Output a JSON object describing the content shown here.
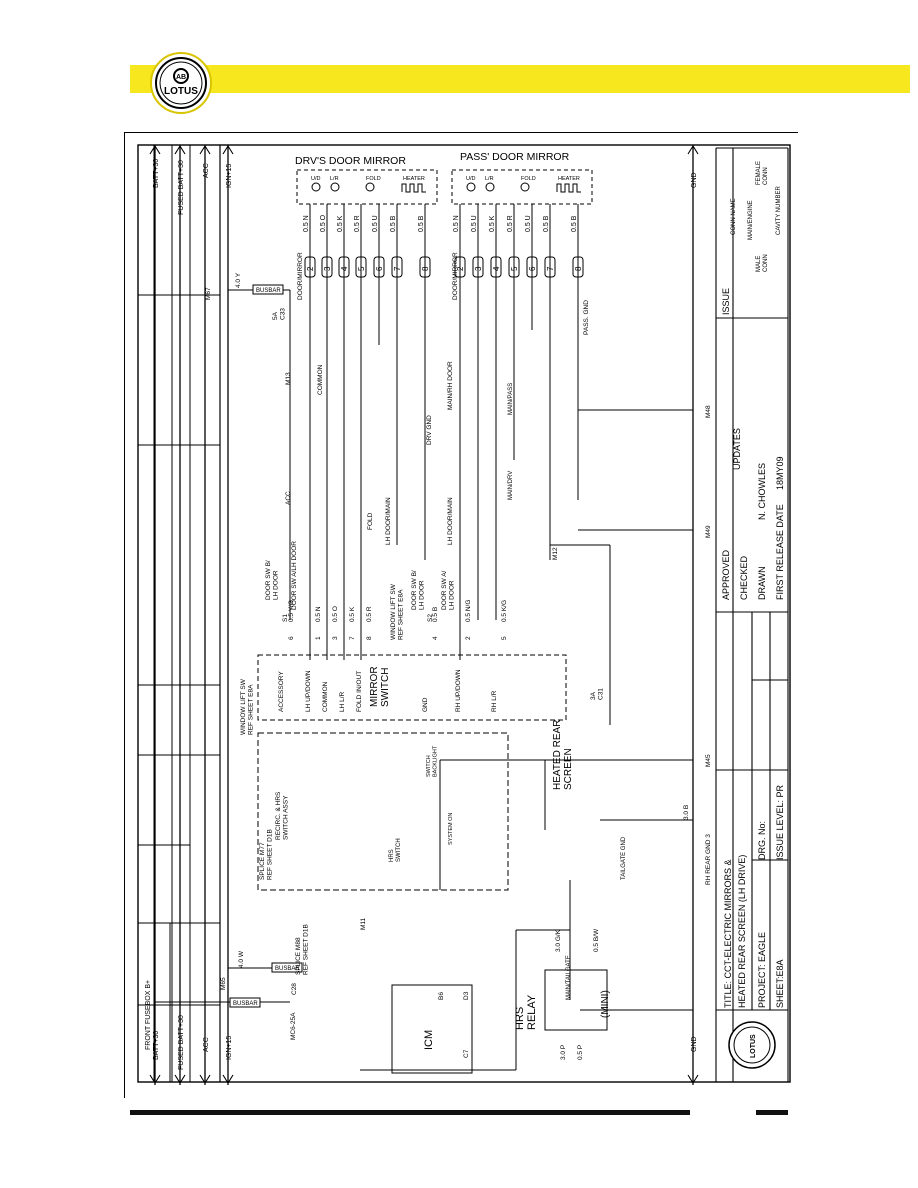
{
  "brand": {
    "logo_text": "LOTUS"
  },
  "rails": [
    {
      "name": "BATT+30"
    },
    {
      "name": "FUSED BATT+30"
    },
    {
      "name": "ACC"
    },
    {
      "name": "IGN+15"
    }
  ],
  "right_rail": {
    "name": "GND"
  },
  "headers": {
    "drv_mirror": "DRV'S DOOR MIRROR",
    "pass_mirror": "PASS' DOOR MIRROR",
    "heated_screen": "HEATED REAR\nSCREEN",
    "mirror_switch": "MIRROR\nSWITCH",
    "icm": "ICM",
    "hrs_relay": "HRS\nRELAY",
    "mini": "(MINI)"
  },
  "mirror_parts": [
    "U/D",
    "L/R",
    "FOLD",
    "HEATER"
  ],
  "drv_pins": [
    {
      "num": "2",
      "wire": "0.5 N"
    },
    {
      "num": "3",
      "wire": "0.5 O"
    },
    {
      "num": "4",
      "wire": "0.5 K"
    },
    {
      "num": "5",
      "wire": "0.5 R"
    },
    {
      "num": "6",
      "wire": "0.5 U"
    },
    {
      "num": "7",
      "wire": "0.5 B"
    },
    {
      "num": "8",
      "wire": "0.5 B"
    }
  ],
  "pass_pins": [
    {
      "num": "2",
      "wire": "0.5 N"
    },
    {
      "num": "3",
      "wire": "0.5 U"
    },
    {
      "num": "4",
      "wire": "0.5 K"
    },
    {
      "num": "5",
      "wire": "0.5 R"
    },
    {
      "num": "6",
      "wire": "0.5 U"
    },
    {
      "num": "7",
      "wire": "0.5 B"
    },
    {
      "num": "8",
      "wire": "0.5 B"
    }
  ],
  "labels": {
    "door_mirror": "DOOR/MIRROR",
    "common": "COMMON",
    "lh_door_main": "LH DOOR/MAIN",
    "main_rh_door": "MAIN/RH DOOR",
    "main_drv": "MAIN/DRV",
    "main_pass": "MAIN/PASS",
    "pass_gnd": "PASS. GND",
    "drv_gnd": "DRV GND",
    "fold": "FOLD",
    "busbar": "BUSBAR",
    "front_fusebox": "FRONT FUSEBOX B+",
    "mc6": "MC6-25A",
    "fuse_c33": "5A\nC33",
    "fuse_c28": "C28",
    "fuse_c31": "3A\nC31",
    "door_sw_b": "DOOR SW B/\nLH DOOR",
    "door_sw_a": "DOOR SW A/LH DOOR",
    "window_lift_ref": "WINDOW LIFT SW\nREF SHEET E8A",
    "window_lift_ref2": "WINDOW LIFT SW\nREF SHEET E8A",
    "door_sw_a_lh": "DOOR SW A/\nLH DOOR",
    "door_sw_b_lh": "DOOR SW B/\nLH DOOR",
    "splice_m77": "SPLICE M77\nREF SHEET D1B",
    "splice_m88": "SPLICE M88\nREF SHEET D1B",
    "recirc": "RECIRC. & HRS\nSWITCH ASSY",
    "switch_backlight": "SWITCH\nBACKLIGHT",
    "system_on": "SYSTEM ON",
    "hrs_switch": "HRS\nSWITCH",
    "main_tailgate": "MAIN/TAILGATE",
    "main_tailgate2": "MAIN/TAILGATE",
    "tailgate_gnd": "TAILGATE GND",
    "rh_rear_gnd": "RH REAR GND 3",
    "m67": "M67",
    "m13": "M13",
    "m65": "M65",
    "m11": "M11",
    "m12": "M12",
    "m45": "M45",
    "m48": "M48",
    "m49": "M49",
    "s1": "S1",
    "s2": "S2",
    "acc": "ACC",
    "b6": "B6",
    "d3": "D3",
    "c7": "C7",
    "wire_40y": "4.0 Y",
    "wire_40w": "4.0 W",
    "wire_30p": "3.0 P",
    "wire_05p": "0.5 P",
    "wire_30gk": "3.0 G/K",
    "wire_05bw": "0.5 B/W",
    "wire_30b": "3.0 B"
  },
  "switch_pins": [
    {
      "name": "ACCESSORY",
      "num": "6",
      "wire": "0.5 Y/G"
    },
    {
      "name": "LH UP/DOWN",
      "num": "1",
      "wire": "0.5 N"
    },
    {
      "name": "COMMON",
      "num": "3",
      "wire": "0.5 O"
    },
    {
      "name": "LH L/R",
      "num": "7",
      "wire": "0.5 K"
    },
    {
      "name": "FOLD IN/OUT",
      "num": "8",
      "wire": "0.5 R"
    },
    {
      "name": "GND",
      "num": "4",
      "wire": "0.5 B"
    },
    {
      "name": "RH UP/DOWN",
      "num": "2",
      "wire": "0.5 N/G"
    },
    {
      "name": "RH L/R",
      "num": "5",
      "wire": "0.5 K/G"
    }
  ],
  "title_block": {
    "title": "TITLE: CCT-ELECTRIC MIRRORS &\nHEATED REAR SCREEN (LH DRIVE)",
    "project": "PROJECT: EAGLE",
    "drg_no": "DRG. No:",
    "sheet": "SHEET:E8A",
    "issue_level": "ISSUE LEVEL: PR",
    "approved": "APPROVED",
    "checked": "CHECKED",
    "drawn": "DRAWN",
    "drawn_by": "N. CHOWLES",
    "first_release": "FIRST RELEASE DATE",
    "release_date": "18MY09",
    "updates": "UPDATES",
    "issue": "ISSUE"
  },
  "legend": {
    "conn_name": "CONN NAME",
    "main_engine": "MAIN/ENGINE",
    "male": "MALE\nCONN",
    "female": "FEMALE\nCONN",
    "cavity": "CAVITY NUMBER",
    "num": "3"
  }
}
